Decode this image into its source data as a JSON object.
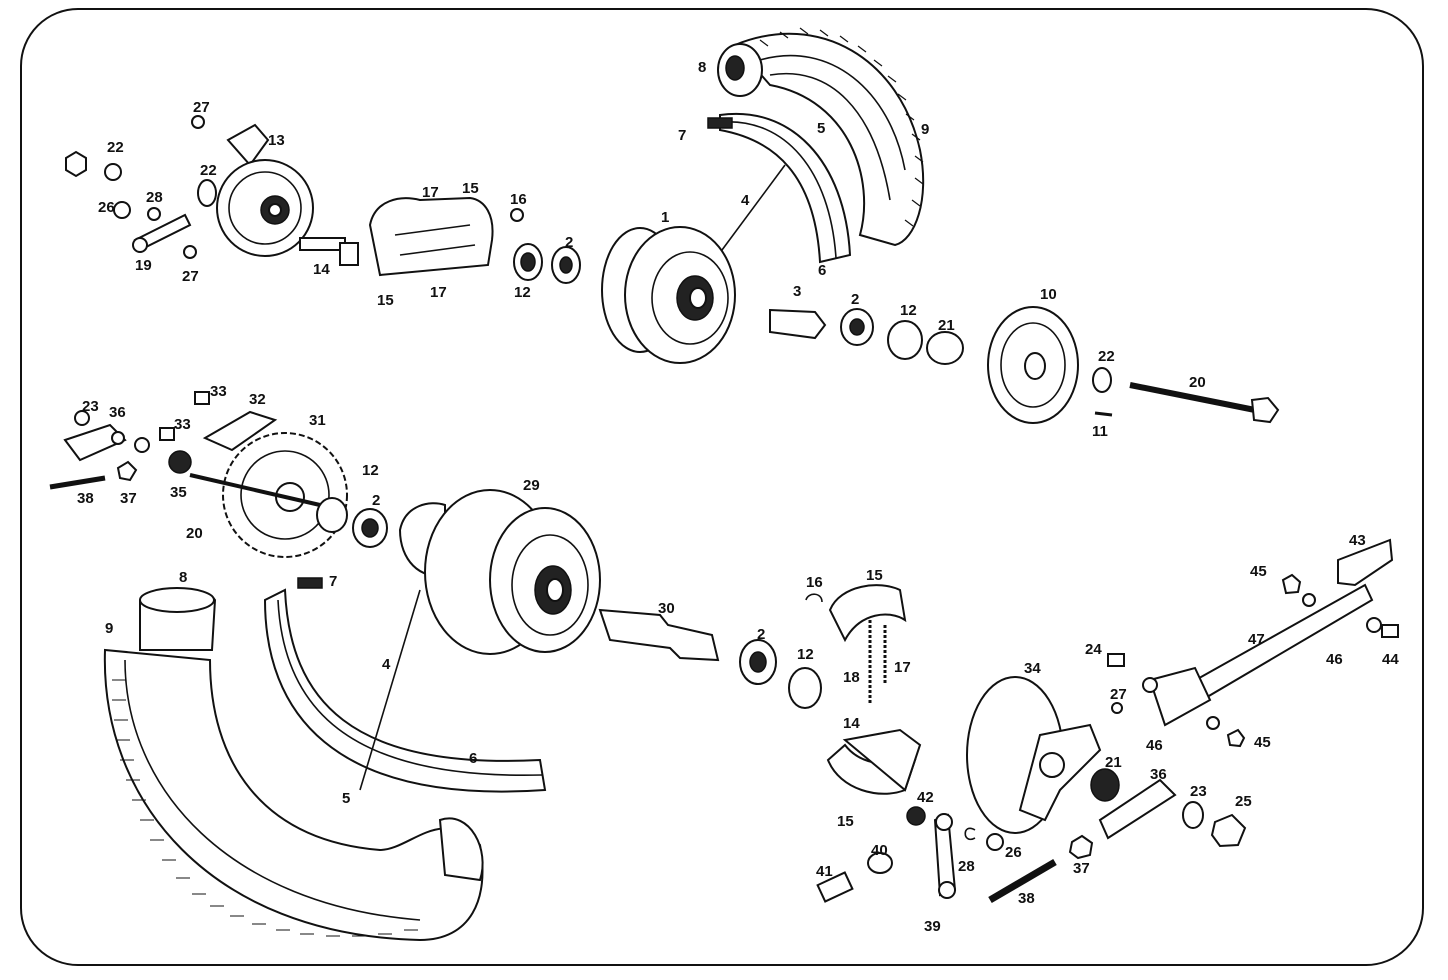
{
  "labels": {
    "l1": "1",
    "l2a": "2",
    "l2b": "2",
    "l2c": "2",
    "l2d": "2",
    "l3": "3",
    "l4a": "4",
    "l4b": "4",
    "l5a": "5",
    "l5b": "5",
    "l6a": "6",
    "l6b": "6",
    "l7a": "7",
    "l7b": "7",
    "l8a": "8",
    "l8b": "8",
    "l9a": "9",
    "l9b": "9",
    "l10": "10",
    "l11": "11",
    "l12a": "12",
    "l12b": "12",
    "l12c": "12",
    "l12d": "12",
    "l13": "13",
    "l14a": "14",
    "l14b": "14",
    "l15a": "15",
    "l15b": "15",
    "l15c": "15",
    "l15d": "15",
    "l16a": "16",
    "l16b": "16",
    "l17a": "17",
    "l17b": "17",
    "l17c": "17",
    "l18": "18",
    "l19": "19",
    "l20a": "20",
    "l20b": "20",
    "l21a": "21",
    "l21b": "21",
    "l22a": "22",
    "l22b": "22",
    "l22c": "22",
    "l23a": "23",
    "l23b": "23",
    "l24": "24",
    "l25": "25",
    "l26a": "26",
    "l26b": "26",
    "l27a": "27",
    "l27b": "27",
    "l27c": "27",
    "l28a": "28",
    "l28b": "28",
    "l29": "29",
    "l30": "30",
    "l31": "31",
    "l32": "32",
    "l33a": "33",
    "l33b": "33",
    "l34": "34",
    "l35": "35",
    "l36a": "36",
    "l36b": "36",
    "l37a": "37",
    "l37b": "37",
    "l38a": "38",
    "l38b": "38",
    "l39": "39",
    "l40": "40",
    "l41": "41",
    "l42": "42",
    "l43": "43",
    "l44": "44",
    "l45a": "45",
    "l45b": "45",
    "l46a": "46",
    "l46b": "46",
    "l47": "47"
  }
}
